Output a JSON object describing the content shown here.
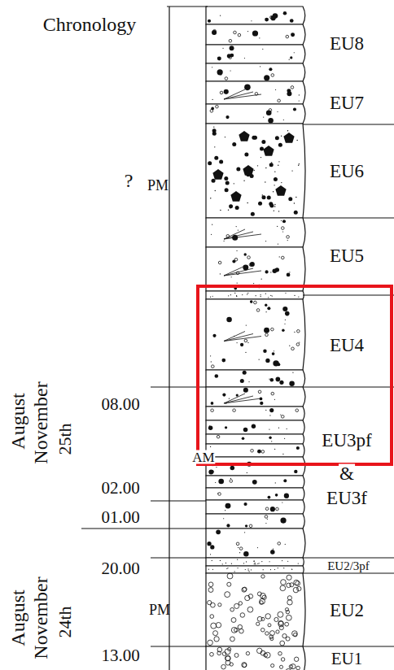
{
  "diagram": {
    "labels": [
      "Chronology",
      "?",
      "PM",
      "August",
      "November",
      "25th",
      "08.00",
      "AM",
      "02.00",
      "01.00",
      "August",
      "November",
      "24th",
      "20.00",
      "PM",
      "13.00",
      "EU8",
      "EU7",
      "EU6",
      "EU5",
      "EU4",
      "EU3pf",
      "&",
      "EU3f",
      "EU2/3pf",
      "EU2",
      "EU1"
    ]
  }
}
